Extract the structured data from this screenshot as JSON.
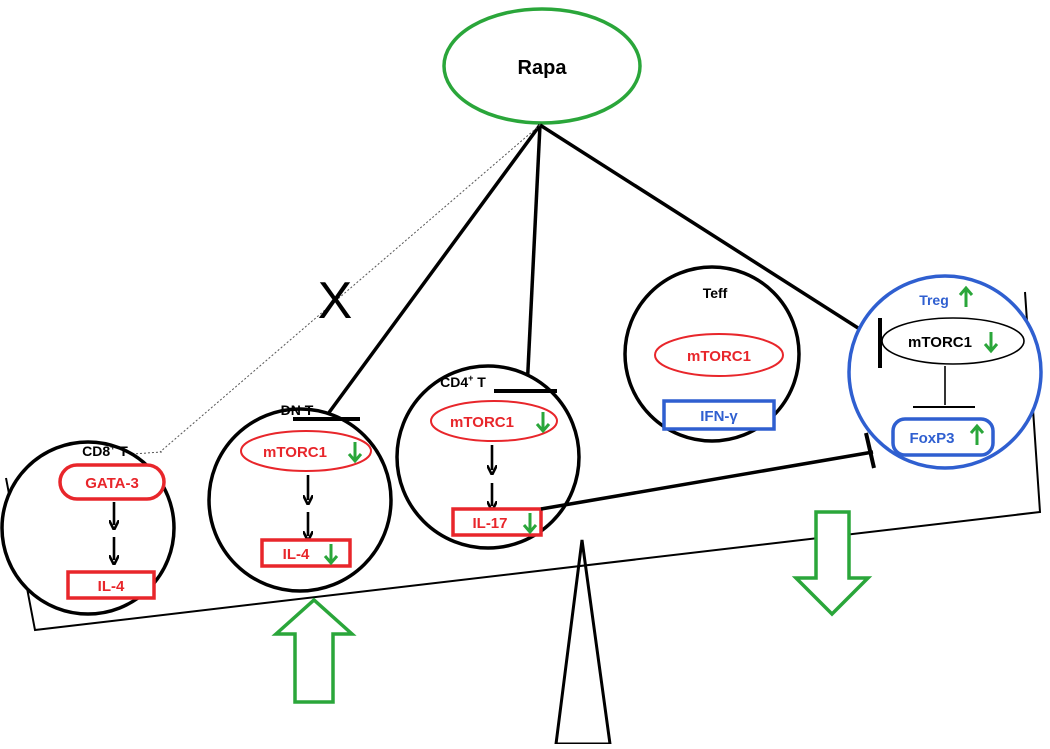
{
  "drug": {
    "label": "Rapa"
  },
  "cells": {
    "cd8": {
      "label": "CD8",
      "superscript": "+",
      "label_suffix": " T",
      "node_top": "GATA-3",
      "node_bottom": "IL-4"
    },
    "dn": {
      "label": "DN T",
      "node_top": "mTORC1",
      "node_bottom": "IL-4"
    },
    "cd4": {
      "label": "CD4",
      "superscript": "+",
      "label_suffix": " T",
      "node_top": "mTORC1",
      "node_bottom": "IL-17"
    },
    "teff": {
      "label": "Teff",
      "node_top": "mTORC1",
      "node_bottom": "IFN-γ"
    },
    "treg": {
      "label": "Treg",
      "node_top": "mTORC1",
      "node_bottom": "FoxP3"
    }
  },
  "marks": {
    "blocked": "X"
  },
  "colors": {
    "drug": "#2aa63a",
    "arrow": "#2aa63a",
    "repressor": "#e8262b",
    "regulatory": "#2f5fd0",
    "outline": "#000000"
  },
  "icons": [
    "down-arrow-icon",
    "up-arrow-icon",
    "inhibition-bar-icon",
    "balance-scale-icon"
  ]
}
